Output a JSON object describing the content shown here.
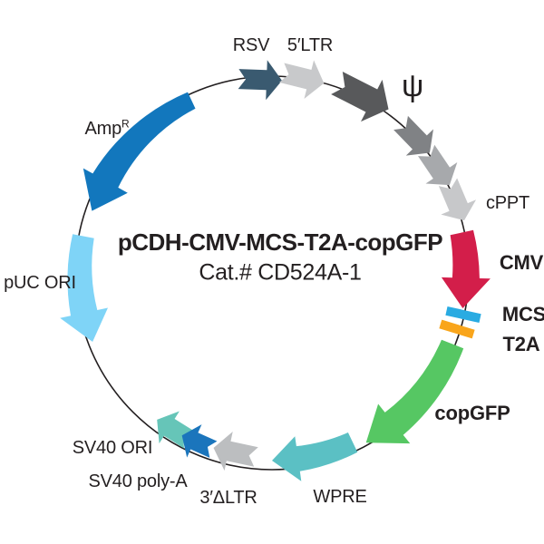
{
  "diagram": {
    "title": "pCDH-CMV-MCS-T2A-copGFP",
    "catalog": "Cat.# CD524A-1",
    "background": "#ffffff",
    "backbone_color": "#231f20",
    "text_color": "#231f20",
    "elements": [
      {
        "id": "rsv",
        "label": "RSV",
        "color": "#3a5a70"
      },
      {
        "id": "ltr5",
        "label": "5′LTR",
        "color": "#c8c9cb"
      },
      {
        "id": "psi",
        "label": "ψ",
        "color": "#58595b"
      },
      {
        "id": "cppt",
        "label": "cPPT",
        "colors": [
          "#808285",
          "#a7a9ac",
          "#c7c8ca"
        ]
      },
      {
        "id": "cmv",
        "label": "CMV",
        "color": "#d31e4a"
      },
      {
        "id": "mcs",
        "label": "MCS",
        "color": "#29abe2"
      },
      {
        "id": "t2a",
        "label": "T2A",
        "color": "#f9a51b"
      },
      {
        "id": "copgfp",
        "label": "copGFP",
        "color": "#56c763"
      },
      {
        "id": "wpre",
        "label": "WPRE",
        "color": "#5bc0c4"
      },
      {
        "id": "dltr3",
        "label": "3′ΔLTR",
        "color": "#bcbec0"
      },
      {
        "id": "sv40polya",
        "label": "SV40 poly-A",
        "color": "#1b75bc"
      },
      {
        "id": "sv40ori",
        "label": "SV40 ORI",
        "color": "#66c5b8"
      },
      {
        "id": "pucori",
        "label": "pUC ORI",
        "color": "#7fd4f7"
      },
      {
        "id": "ampr",
        "label": "Amp",
        "sup": "R",
        "color": "#1277bd"
      }
    ]
  }
}
